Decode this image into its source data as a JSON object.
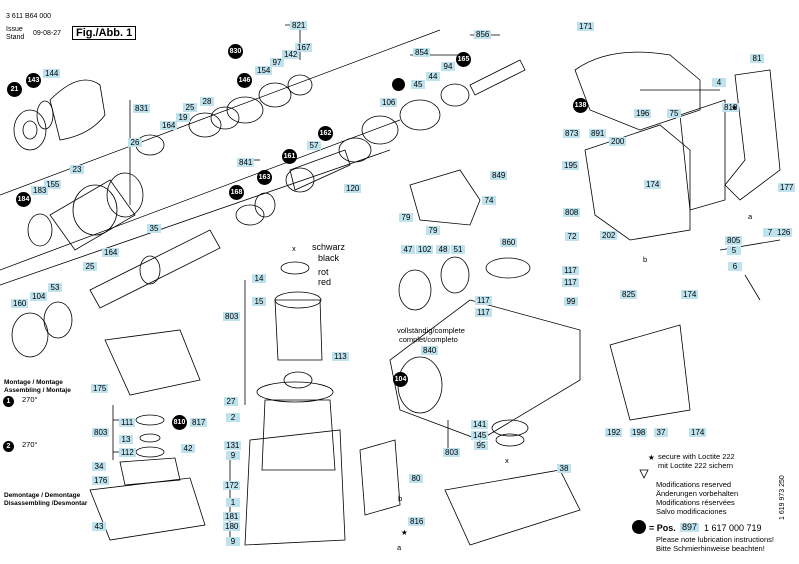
{
  "header": {
    "part_no": "3 611 B64 000",
    "issue_label": "Issue",
    "stand_label": "Stand",
    "date": "09-08-27",
    "figure": "Fig./Abb. 1"
  },
  "labels": [
    {
      "id": "p171",
      "t": "171"
    },
    {
      "id": "p81",
      "t": "81"
    },
    {
      "id": "p4",
      "t": "4"
    },
    {
      "id": "p818",
      "t": "818"
    },
    {
      "id": "p821",
      "t": "821"
    },
    {
      "id": "p167",
      "t": "167"
    },
    {
      "id": "p142",
      "t": "142"
    },
    {
      "id": "p97",
      "t": "97"
    },
    {
      "id": "p154",
      "t": "154"
    },
    {
      "id": "p854",
      "t": "854"
    },
    {
      "id": "p856",
      "t": "856"
    },
    {
      "id": "p44",
      "t": "44"
    },
    {
      "id": "p94",
      "t": "94"
    },
    {
      "id": "p45",
      "t": "45"
    },
    {
      "id": "p106",
      "t": "106"
    },
    {
      "id": "p144",
      "t": "144"
    },
    {
      "id": "p25",
      "t": "25"
    },
    {
      "id": "p28",
      "t": "28"
    },
    {
      "id": "p831",
      "t": "831"
    },
    {
      "id": "p19",
      "t": "19"
    },
    {
      "id": "p164a",
      "t": "164"
    },
    {
      "id": "p26",
      "t": "26"
    },
    {
      "id": "p57",
      "t": "57"
    },
    {
      "id": "p23",
      "t": "23"
    },
    {
      "id": "p841",
      "t": "841"
    },
    {
      "id": "p155",
      "t": "155"
    },
    {
      "id": "p183",
      "t": "183"
    },
    {
      "id": "p120",
      "t": "120"
    },
    {
      "id": "p873",
      "t": "873"
    },
    {
      "id": "p891",
      "t": "891"
    },
    {
      "id": "p196",
      "t": "196"
    },
    {
      "id": "p200",
      "t": "200"
    },
    {
      "id": "p75",
      "t": "75"
    },
    {
      "id": "p195",
      "t": "195"
    },
    {
      "id": "p174a",
      "t": "174"
    },
    {
      "id": "p177",
      "t": "177"
    },
    {
      "id": "p849",
      "t": "849"
    },
    {
      "id": "p74",
      "t": "74"
    },
    {
      "id": "p79a",
      "t": "79"
    },
    {
      "id": "p79b",
      "t": "79"
    },
    {
      "id": "p808",
      "t": "808"
    },
    {
      "id": "p72",
      "t": "72"
    },
    {
      "id": "p860",
      "t": "860"
    },
    {
      "id": "p47",
      "t": "47"
    },
    {
      "id": "p102",
      "t": "102"
    },
    {
      "id": "p48",
      "t": "48"
    },
    {
      "id": "p51",
      "t": "51"
    },
    {
      "id": "p117a",
      "t": "117"
    },
    {
      "id": "p117b",
      "t": "117"
    },
    {
      "id": "p117c",
      "t": "117"
    },
    {
      "id": "p117d",
      "t": "117"
    },
    {
      "id": "p99",
      "t": "99"
    },
    {
      "id": "p202",
      "t": "202"
    },
    {
      "id": "p805",
      "t": "805"
    },
    {
      "id": "p5",
      "t": "5"
    },
    {
      "id": "p7",
      "t": "7"
    },
    {
      "id": "p126",
      "t": "126"
    },
    {
      "id": "p6",
      "t": "6"
    },
    {
      "id": "p825",
      "t": "825"
    },
    {
      "id": "p174b",
      "t": "174"
    },
    {
      "id": "p35",
      "t": "35"
    },
    {
      "id": "p164b",
      "t": "164"
    },
    {
      "id": "p25b",
      "t": "25"
    },
    {
      "id": "p53",
      "t": "53"
    },
    {
      "id": "p104",
      "t": "104"
    },
    {
      "id": "p160",
      "t": "160"
    },
    {
      "id": "p14",
      "t": "14"
    },
    {
      "id": "p15",
      "t": "15"
    },
    {
      "id": "p803a",
      "t": "803"
    },
    {
      "id": "p113",
      "t": "113"
    },
    {
      "id": "p840",
      "t": "840"
    },
    {
      "id": "p175",
      "t": "175"
    },
    {
      "id": "p111",
      "t": "111"
    },
    {
      "id": "p803b",
      "t": "803"
    },
    {
      "id": "p13",
      "t": "13"
    },
    {
      "id": "p112",
      "t": "112"
    },
    {
      "id": "p817",
      "t": "817"
    },
    {
      "id": "p42",
      "t": "42"
    },
    {
      "id": "p34",
      "t": "34"
    },
    {
      "id": "p176",
      "t": "176"
    },
    {
      "id": "p43",
      "t": "43"
    },
    {
      "id": "p27",
      "t": "27"
    },
    {
      "id": "p2",
      "t": "2"
    },
    {
      "id": "p131",
      "t": "131"
    },
    {
      "id": "p9a",
      "t": "9"
    },
    {
      "id": "p172",
      "t": "172"
    },
    {
      "id": "p1",
      "t": "1"
    },
    {
      "id": "p181",
      "t": "181"
    },
    {
      "id": "p180",
      "t": "180"
    },
    {
      "id": "p9b",
      "t": "9"
    },
    {
      "id": "p141",
      "t": "141"
    },
    {
      "id": "p145",
      "t": "145"
    },
    {
      "id": "p95",
      "t": "95"
    },
    {
      "id": "p803c",
      "t": "803"
    },
    {
      "id": "p80",
      "t": "80"
    },
    {
      "id": "p816",
      "t": "816"
    },
    {
      "id": "p38",
      "t": "38"
    },
    {
      "id": "p192",
      "t": "192"
    },
    {
      "id": "p198",
      "t": "198"
    },
    {
      "id": "p37",
      "t": "37"
    },
    {
      "id": "p174c",
      "t": "174"
    }
  ],
  "circles": [
    {
      "id": "c21",
      "t": "21"
    },
    {
      "id": "c143",
      "t": "143"
    },
    {
      "id": "c830",
      "t": "830"
    },
    {
      "id": "c146",
      "t": "146"
    },
    {
      "id": "c165",
      "t": "165"
    },
    {
      "id": "c162",
      "t": "162"
    },
    {
      "id": "c161",
      "t": "161"
    },
    {
      "id": "c168",
      "t": "168"
    },
    {
      "id": "c163",
      "t": "163"
    },
    {
      "id": "c184",
      "t": "184"
    },
    {
      "id": "c138",
      "t": "138"
    },
    {
      "id": "c810",
      "t": "810"
    },
    {
      "id": "c104",
      "t": "104"
    }
  ],
  "text": {
    "schwarz": "schwarz",
    "black": "black",
    "rot": "rot",
    "red": "red",
    "vollstandig": "vollständig/complete",
    "complet": "complet/completo",
    "montage1": "Montage / Montage",
    "montage2": "Assembling / Montaje",
    "demontage1": "Demontage / Demontage",
    "demontage2": "Disassembling /Desmontar",
    "deg1": "270°",
    "deg2": "270°",
    "n1": "1",
    "n2": "2",
    "secure1": "secure with Loctite 222",
    "secure2": "mit Loctite 222 sichern",
    "mod1": "Modifications reserved",
    "mod2": "Änderungen vorbehalten",
    "mod3": "Modifications réservées",
    "mod4": "Salvo modificaciones",
    "pos_label": "= Pos.",
    "pos_no": "897",
    "pos_part": "1 617 000 719",
    "lube1": "Please note lubrication instructions!",
    "lube2": "Bitte Schmierhinweise beachten!",
    "docno": "1 619 973 250",
    "a": "a",
    "b": "b",
    "x": "x"
  }
}
